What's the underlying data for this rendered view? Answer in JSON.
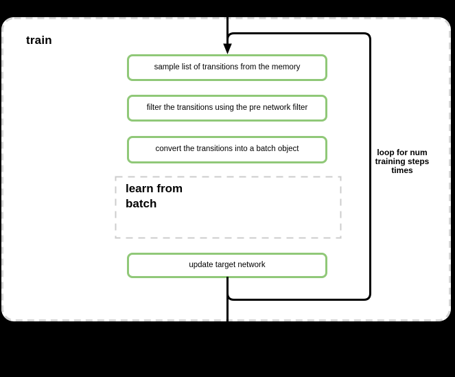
{
  "theme": {
    "page_bg": "#000000",
    "container_bg": "#ffffff",
    "container_border": "#d6d6d6",
    "subprocess_border": "#cccccc",
    "step_border": "#90c878",
    "line_color": "#000000",
    "text_color": "#000000"
  },
  "diagram": {
    "title": "train",
    "steps": [
      "sample list of transitions from the memory",
      "filter the transitions using the pre network filter",
      "convert the transitions into a batch object"
    ],
    "subprocess_label": "learn from\nbatch",
    "final_step": "update target network",
    "loop_label": "loop for num\ntraining steps\ntimes",
    "icons": {
      "incoming_arrow": "arrow-down-icon"
    }
  }
}
